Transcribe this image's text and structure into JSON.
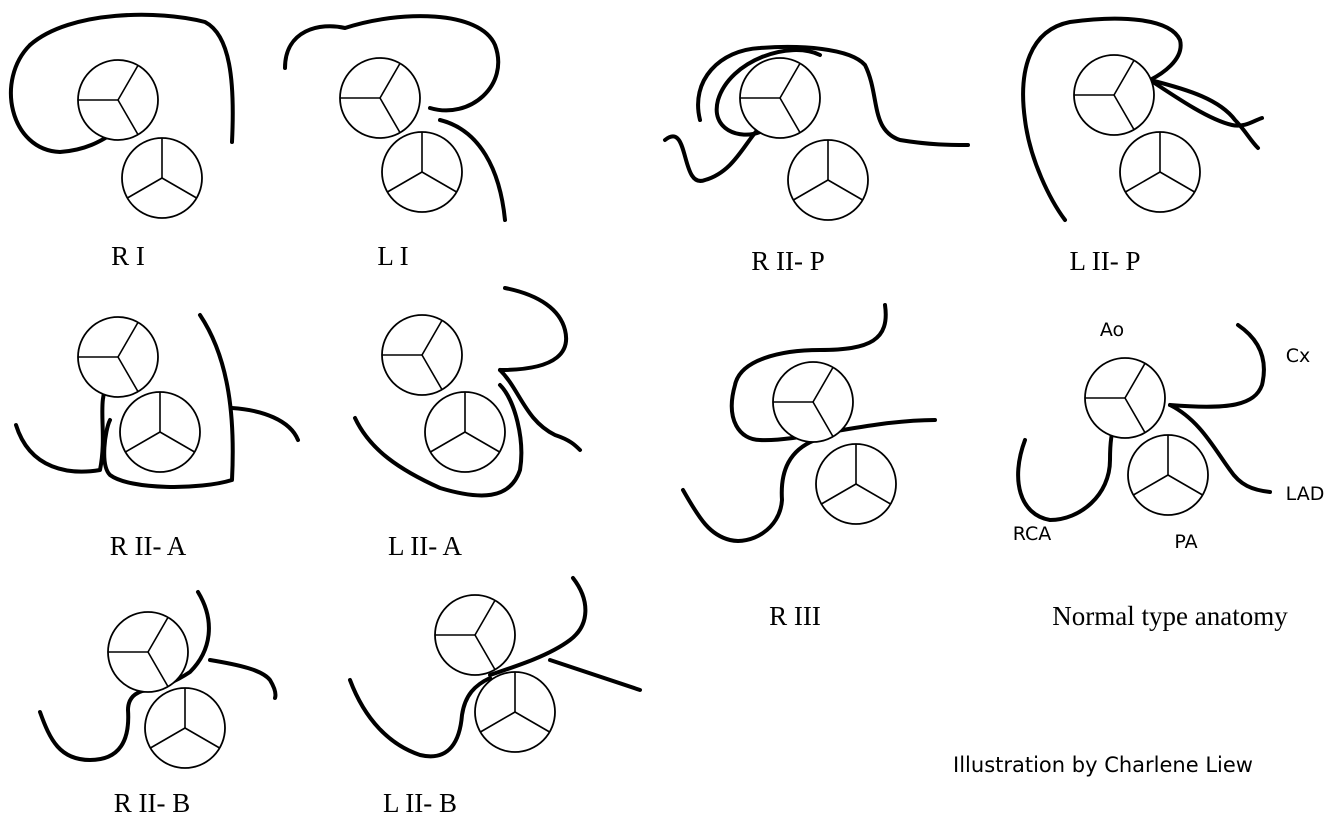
{
  "panels": [
    {
      "id": "ri",
      "caption": "R I"
    },
    {
      "id": "li",
      "caption": "L I"
    },
    {
      "id": "riip",
      "caption": "R II- P"
    },
    {
      "id": "liip",
      "caption": "L II- P"
    },
    {
      "id": "riia",
      "caption": "R II- A"
    },
    {
      "id": "liia",
      "caption": "L II- A"
    },
    {
      "id": "riii",
      "caption": "R III"
    },
    {
      "id": "normal",
      "caption": "Normal type anatomy"
    },
    {
      "id": "riib",
      "caption": "R II- B"
    },
    {
      "id": "liib",
      "caption": "L II- B"
    }
  ],
  "normal_labels": {
    "ao": "Ao",
    "cx": "Cx",
    "lad": "LAD",
    "rca": "RCA",
    "pa": "PA"
  },
  "credit": "Illustration by Charlene Liew"
}
